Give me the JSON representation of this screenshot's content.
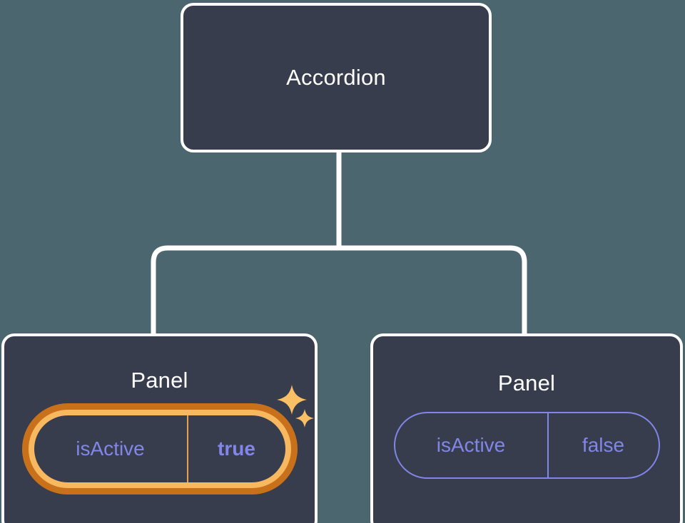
{
  "theme": {
    "background": "#4c6670",
    "node_fill": "#373d4c",
    "node_border": "#ffffff",
    "connector": "#ffffff",
    "prop_text": "#8186e8",
    "prop_border": "#8186e8",
    "highlight_outer": "#c9711a",
    "highlight_inner": "#f7b860",
    "sparkle": "#fbbf66"
  },
  "tree": {
    "root": {
      "title": "Accordion"
    },
    "children": [
      {
        "title": "Panel",
        "highlighted": true,
        "prop": {
          "key": "isActive",
          "value": "true"
        },
        "sparkles": [
          "sparkle-large",
          "sparkle-small"
        ]
      },
      {
        "title": "Panel",
        "highlighted": false,
        "prop": {
          "key": "isActive",
          "value": "false"
        }
      }
    ]
  }
}
